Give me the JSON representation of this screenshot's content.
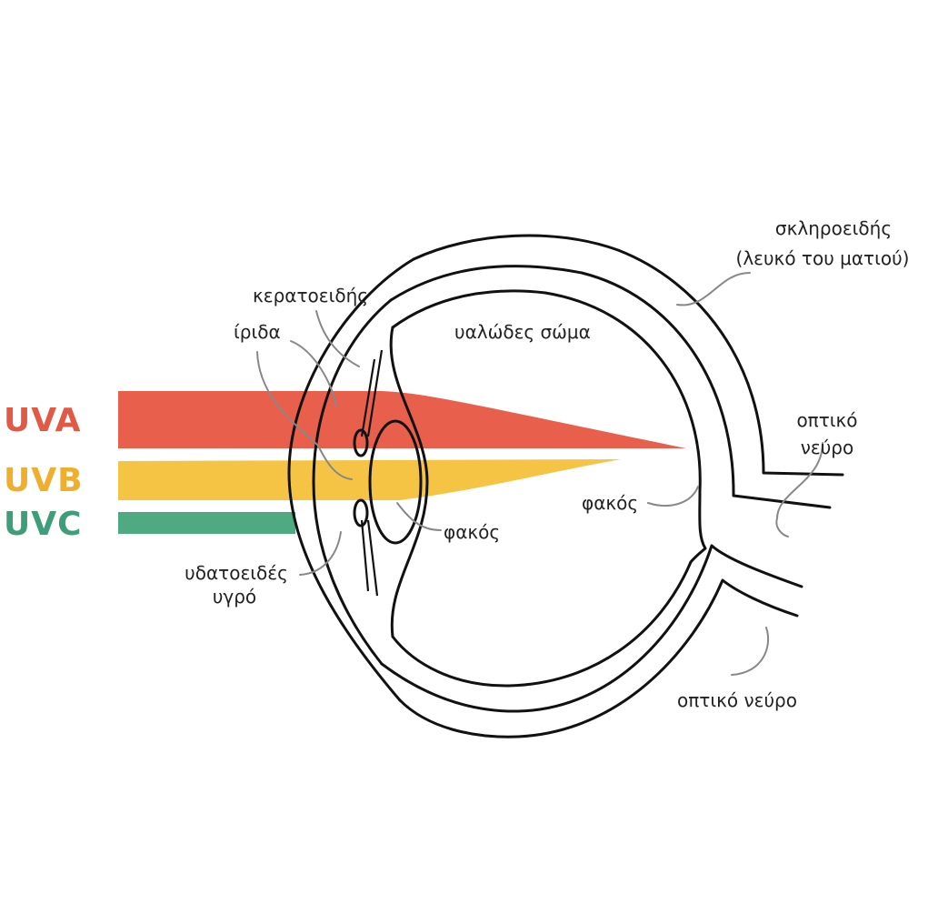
{
  "uv_rays": [
    {
      "label": "UVA",
      "color": "#E8604C",
      "text_color": "#E05A45"
    },
    {
      "label": "UVB",
      "color": "#F5C445",
      "text_color": "#F0AE2E"
    },
    {
      "label": "UVC",
      "color": "#4FAA82",
      "text_color": "#3E9E7A"
    }
  ],
  "labels": {
    "cornea": "κερατοειδής",
    "iris": "ίριδα",
    "vitreous": "υαλώδες σώμα",
    "sclera_line1": "σκληροειδής",
    "sclera_line2": "(λευκό του ματιού)",
    "optic_nerve_upper_line1": "οπτικό",
    "optic_nerve_upper_line2": "νεύρο",
    "lens_right": "φακός",
    "lens_center": "φακός",
    "aqueous_line1": "υδατοειδές",
    "aqueous_line2": "υγρό",
    "optic_nerve_lower": "οπτικό νεύρο"
  },
  "colors": {
    "outline": "#111111",
    "leader": "#888888",
    "text": "#222222"
  }
}
